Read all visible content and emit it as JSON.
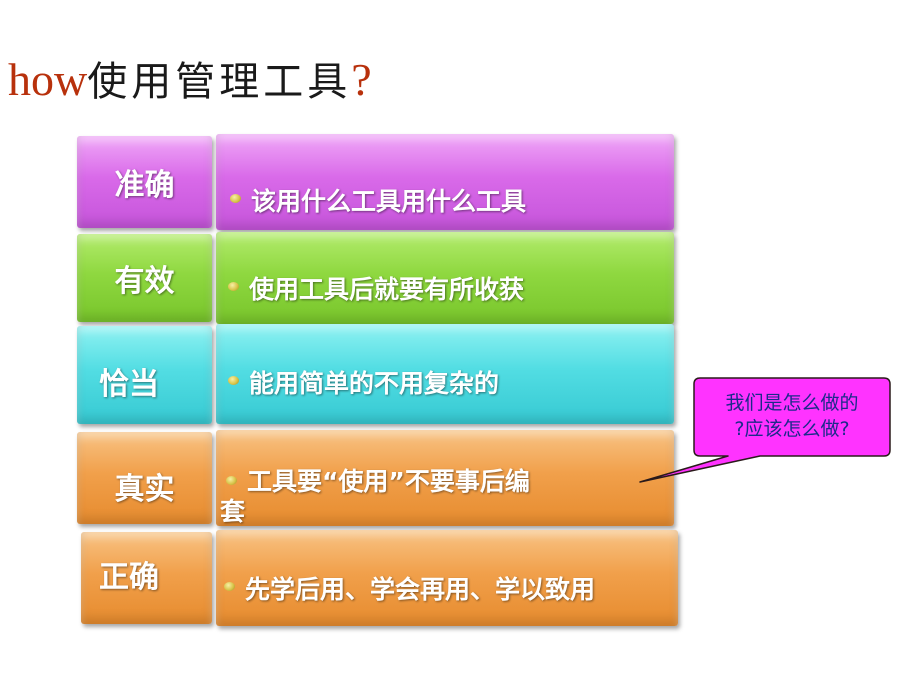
{
  "title": {
    "latin": "how",
    "cjk": "使用管理工具",
    "question": "?"
  },
  "rows": [
    {
      "label": "准确",
      "text": "该用什么工具用什么工具"
    },
    {
      "label": "有效",
      "text": "使用工具后就要有所收获"
    },
    {
      "label": "恰当",
      "text": "能用简单的不用复杂的"
    },
    {
      "label": "真实",
      "text_line1": "工具要“使用”不要事后编",
      "text_line2": "套"
    },
    {
      "label": "正确",
      "text": "先学后用、学会再用、学以致用"
    }
  ],
  "callout": {
    "line1": "我们是怎么做的",
    "line2": "?应该怎么做?"
  },
  "colors": {
    "purple": "#d96ae9",
    "green": "#8fd840",
    "cyan": "#52dde3",
    "orange": "#f1a04b",
    "callout_fill": "#ff33ff",
    "title_accent": "#b8310c"
  }
}
